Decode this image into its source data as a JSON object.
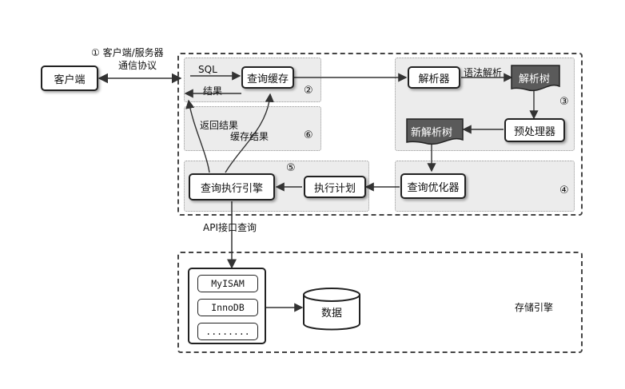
{
  "nodes": {
    "client": "客户端",
    "query_cache": "查询缓存",
    "parser": "解析器",
    "parse_tree": "解析树",
    "preprocessor": "预处理器",
    "new_parse_tree": "新解析树",
    "optimizer": "查询优化器",
    "exec_plan": "执行计划",
    "exec_engine": "查询执行引擎",
    "myisam": "MyISAM",
    "innodb": "InnoDB",
    "more_engines": "........",
    "data": "数据"
  },
  "labels": {
    "protocol_line1": "① 客户端/服务器",
    "protocol_line2": "通信协议",
    "sql": "SQL",
    "result": "结果",
    "syntax_parse": "语法解析",
    "return_result": "返回结果",
    "cache_result": "缓存结果",
    "api_query": "API接口查询",
    "storage_engine": "存储引擎"
  },
  "markers": {
    "m2": "②",
    "m3": "③",
    "m4": "④",
    "m5": "⑤",
    "m6": "⑥"
  }
}
